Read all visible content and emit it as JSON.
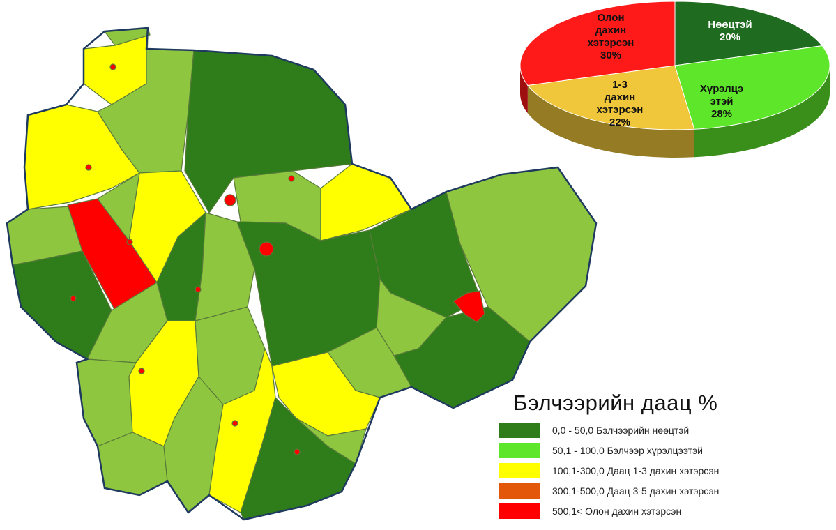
{
  "cut_off_title": "",
  "colors": {
    "dark_green": "#2e7d1a",
    "light_green": "#8ec63f",
    "bright_green": "#5ee62a",
    "yellow": "#ffff00",
    "orange": "#e2570a",
    "red": "#ff0000",
    "border": "#1f3a5f"
  },
  "pie": {
    "slices": [
      {
        "label_lines": [
          "Нөөцтэй",
          "20%"
        ],
        "value": 20,
        "color": "#1f6b1f"
      },
      {
        "label_lines": [
          "Хүрэлцэ",
          "этэй",
          "28%"
        ],
        "value": 28,
        "color": "#5ee62a"
      },
      {
        "label_lines": [
          "1-3",
          "дахин",
          "хэтэрсэн",
          "22%"
        ],
        "value": 22,
        "color": "#f0c63a"
      },
      {
        "label_lines": [
          "Олон",
          "дахин",
          "хэтэрсэн",
          "30%"
        ],
        "value": 30,
        "color": "#ff1a1a"
      }
    ]
  },
  "legend": {
    "title": "Бэлчээрийн даац %",
    "items": [
      {
        "label": "0,0 - 50,0 Бэлчээрийн нөөцтэй",
        "color": "#2e7d1a"
      },
      {
        "label": "50,1 - 100,0 Бэлчээр хүрэлцээтэй",
        "color": "#5ee62a"
      },
      {
        "label": "100,1-300,0 Даац 1-3 дахин хэтэрсэн",
        "color": "#ffff00"
      },
      {
        "label": "300,1-500,0 Даац 3-5 дахин хэтэрсэн",
        "color": "#e2570a"
      },
      {
        "label": "500,1< Олон дахин хэтэрсэн",
        "color": "#ff0000"
      }
    ]
  }
}
